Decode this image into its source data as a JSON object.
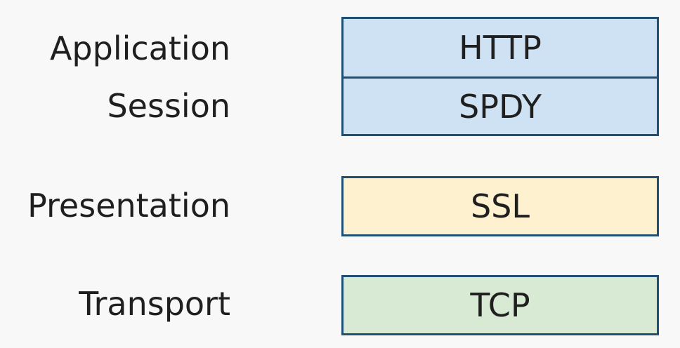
{
  "layers": {
    "application": "Application",
    "session": "Session",
    "presentation": "Presentation",
    "transport": "Transport"
  },
  "protocols": {
    "http": "HTTP",
    "spdy": "SPDY",
    "ssl": "SSL",
    "tcp": "TCP"
  },
  "colors": {
    "border": "#1f4f72",
    "blue_fill": "#cfe2f3",
    "yellow_fill": "#fdf1cf",
    "green_fill": "#d8e9d4"
  }
}
